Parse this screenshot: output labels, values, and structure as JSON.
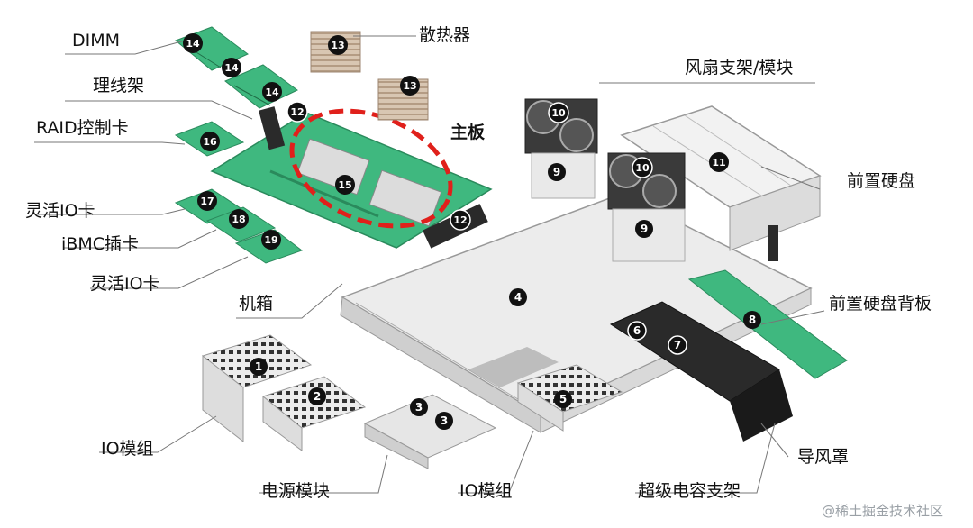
{
  "labels": {
    "dimm": "DIMM",
    "heatsink": "散热器",
    "fan": "风扇支架/模块",
    "cable": "理线架",
    "raid": "RAID控制卡",
    "mainboard": "主板",
    "front_disk": "前置硬盘",
    "flex_io_1": "灵活IO卡",
    "ibmc": "iBMC插卡",
    "flex_io_2": "灵活IO卡",
    "chassis": "机箱",
    "backplane": "前置硬盘背板",
    "io_module_1": "IO模组",
    "psu": "电源模块",
    "io_module_2": "IO模组",
    "air_duct": "导风罩",
    "supercap": "超级电容支架"
  },
  "badges": {
    "b1": "1",
    "b2": "2",
    "b3": "3",
    "b4": "4",
    "b5": "5",
    "b6": "6",
    "b7": "7",
    "b8": "8",
    "b9": "9",
    "b10": "10",
    "b11": "11",
    "b12": "12",
    "b13": "13",
    "b14": "14",
    "b15": "15",
    "b16": "16",
    "b17": "17",
    "b18": "18",
    "b19": "19"
  },
  "watermark": "@稀土掘金技术社区",
  "colors": {
    "pcb": "#3fb87f",
    "metal": "#e4e4e4",
    "metal_dark": "#bfbfbf",
    "dark": "#2a2a2a",
    "highlight": "#e0201b",
    "heatsink": "#cdb9a3"
  }
}
